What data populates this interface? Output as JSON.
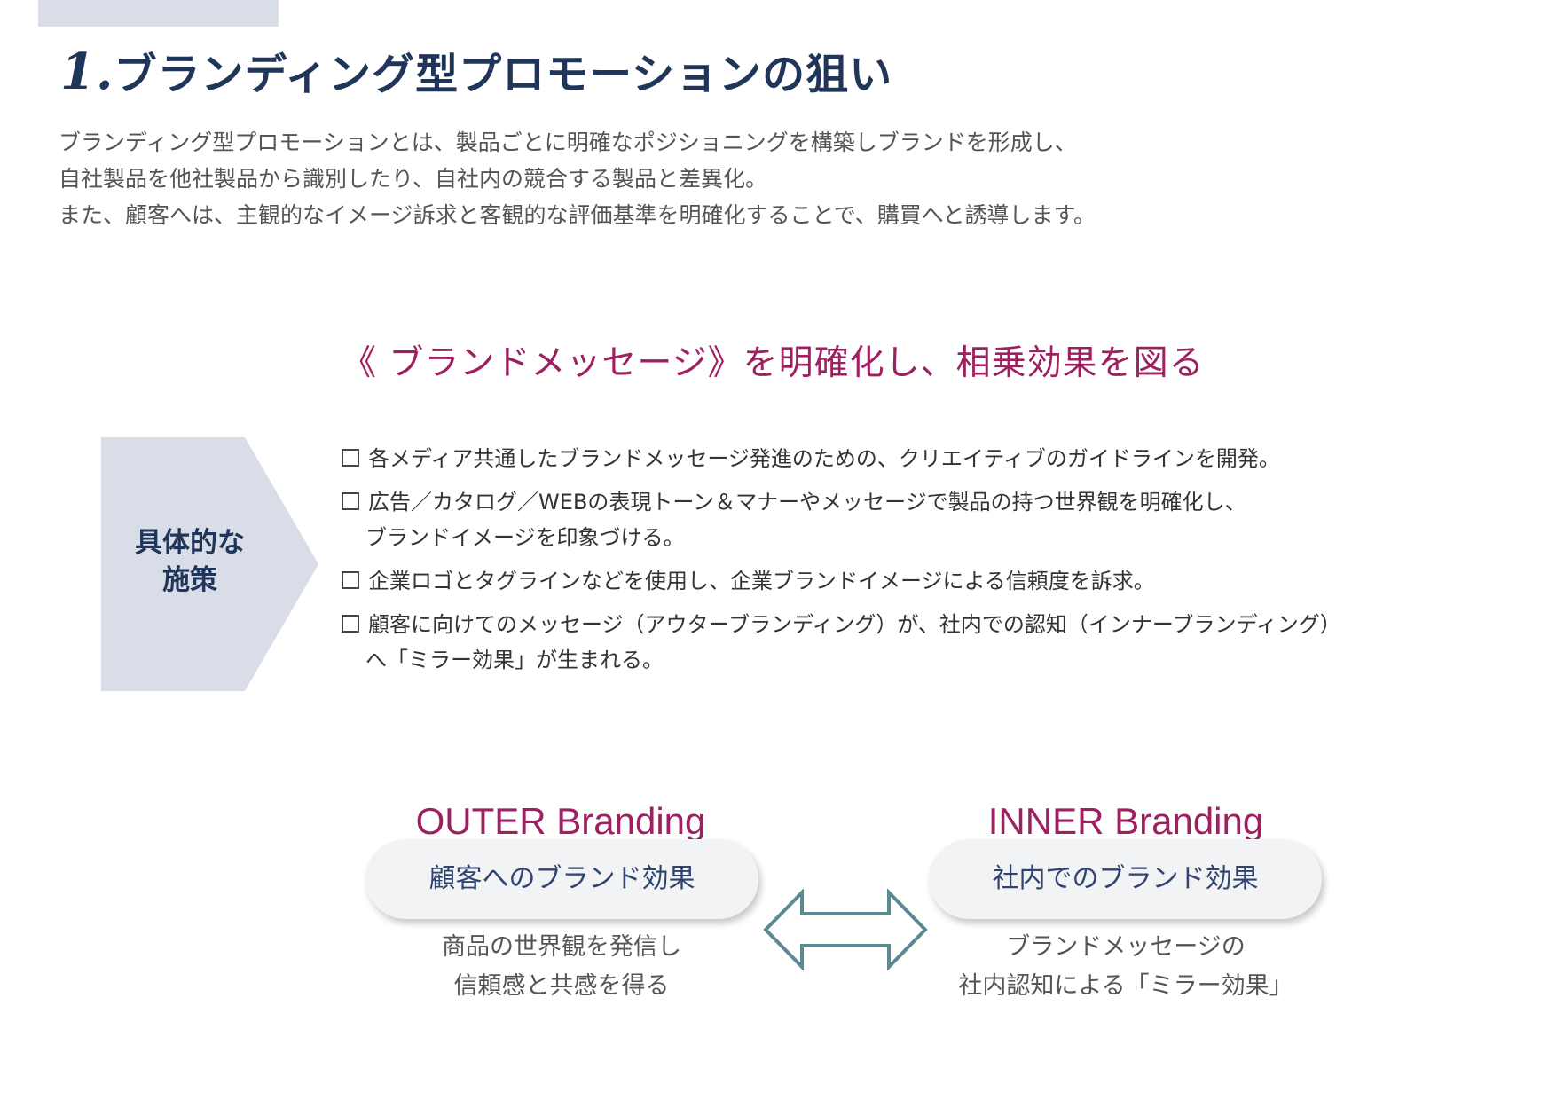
{
  "title": {
    "number": "1.",
    "text": "ブランディング型プロモーションの狙い"
  },
  "intro": {
    "lines": [
      "ブランディング型プロモーションとは、製品ごとに明確なポジショニングを構築しブランドを形成し、",
      "自社製品を他社製品から識別したり、自社内の競合する製品と差異化。",
      "また、顧客へは、主観的なイメージ訴求と客観的な評価基準を明確化することで、購買へと誘導します。"
    ]
  },
  "headline": "《 ブランドメッセージ》を明確化し、相乗効果を図る",
  "measures": {
    "label_line1": "具体的な",
    "label_line2": "施策",
    "items": [
      {
        "text": "各メディア共通したブランドメッセージ発進のための、クリエイティブのガイドラインを開発。",
        "cont": ""
      },
      {
        "text": "広告／カタログ／WEBの表現トーン＆マナーやメッセージで製品の持つ世界観を明確化し、",
        "cont": "ブランドイメージを印象づける。"
      },
      {
        "text": "企業ロゴとタグラインなどを使用し、企業ブランドイメージによる信頼度を訴求。",
        "cont": ""
      },
      {
        "text": "顧客に向けてのメッセージ（アウターブランディング）が、社内での認知（インナーブランディング）",
        "cont": "へ「ミラー効果」が生まれる。"
      }
    ]
  },
  "outer": {
    "heading": "OUTER Branding",
    "pill": "顧客へのブランド効果",
    "desc_line1": "商品の世界観を発信し",
    "desc_line2": "信頼感と共感を得る"
  },
  "inner": {
    "heading": "INNER Branding",
    "pill": "社内でのブランド効果",
    "desc_line1": "ブランドメッセージの",
    "desc_line2": "社内認知による「ミラー効果」"
  },
  "colors": {
    "navy": "#1f3559",
    "accent": "#9e2060",
    "badge_fill": "#d8dde7",
    "arrow_stroke": "#5b8a93"
  }
}
